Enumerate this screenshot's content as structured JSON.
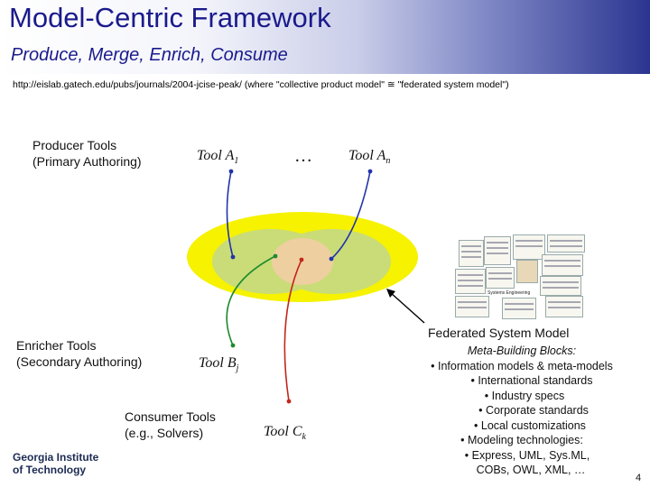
{
  "header": {
    "title": "Model-Centric Framework",
    "subtitle": "Produce, Merge, Enrich, Consume"
  },
  "url_note": "http://eislab.gatech.edu/pubs/journals/2004-jcise-peak/  (where \"collective product model\" ≅ \"federated system model\")",
  "labels": {
    "producer": [
      "Producer Tools",
      "(Primary Authoring)"
    ],
    "enricher": [
      "Enricher Tools",
      "(Secondary Authoring)"
    ],
    "consumer": [
      "Consumer Tools",
      "(e.g., Solvers)"
    ]
  },
  "tools": {
    "a1": {
      "name": "Tool A",
      "sub": "1"
    },
    "ellipsis": "…",
    "an": {
      "name": "Tool A",
      "sub": "n"
    },
    "bj": {
      "name": "Tool B",
      "sub": "j"
    },
    "ck": {
      "name": "Tool C",
      "sub": "k"
    }
  },
  "federated": {
    "title": "Federated System Model",
    "items": [
      "Meta-Building Blocks:",
      "• Information models & meta-models",
      "• International standards",
      "• Industry specs",
      "• Corporate standards",
      "• Local customizations",
      "• Modeling technologies:",
      "• Express, UML, Sys.ML,",
      "COBs, OWL, XML, …"
    ]
  },
  "thumbnail_caption": "Systems Engineering",
  "logo": {
    "line1": "Georgia Institute",
    "line2": "of Technology"
  },
  "slide_number": "4",
  "colors": {
    "title": "#1a1a8c",
    "outer_ellipse": "#f6f200",
    "inner_ellipse": "#c9dc78",
    "center_ellipse": "#eecfa0",
    "producer_line": "#2233aa",
    "enricher_line": "#1e8a2e",
    "consumer_line": "#c2271b"
  }
}
